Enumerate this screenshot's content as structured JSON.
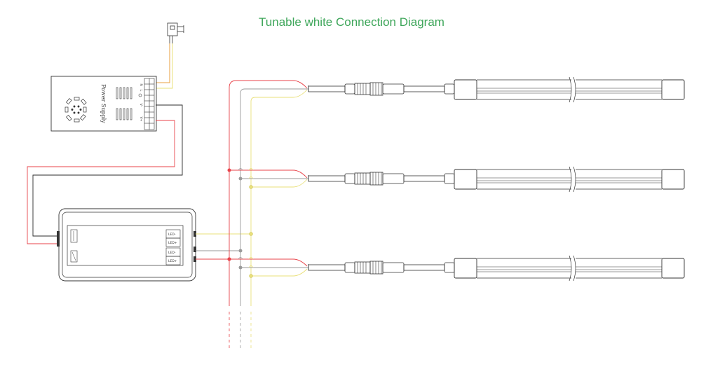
{
  "diagram": {
    "title": "Tunable white Connection Diagram",
    "power_supply": {
      "label": "Power Supply",
      "ac_terminals": [
        "N",
        "L"
      ],
      "dc_terminals": [
        "V-",
        "V+"
      ]
    },
    "controller": {
      "outputs": [
        "LED-",
        "LED+",
        "LED-",
        "LED+"
      ]
    },
    "wire_colors": {
      "red": "#e8434a",
      "gray": "#9a9a9a",
      "yellow": "#e9e07a",
      "black": "#2b2b2b",
      "title": "#3ea65a"
    }
  }
}
